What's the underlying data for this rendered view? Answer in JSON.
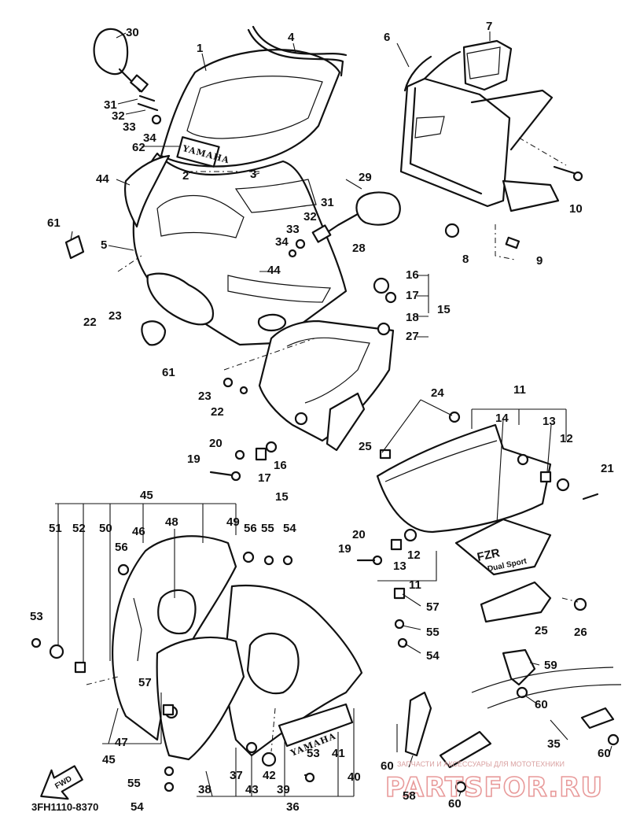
{
  "diagram": {
    "part_number_code": "3FH1110-8370",
    "fwd_label": "FWD",
    "callouts": [
      "1",
      "2",
      "3",
      "4",
      "5",
      "6",
      "7",
      "8",
      "9",
      "10",
      "11",
      "12",
      "13",
      "14",
      "15",
      "16",
      "17",
      "18",
      "19",
      "20",
      "21",
      "22",
      "23",
      "24",
      "25",
      "26",
      "27",
      "28",
      "29",
      "30",
      "31",
      "32",
      "33",
      "34",
      "35",
      "36",
      "37",
      "38",
      "39",
      "40",
      "41",
      "42",
      "43",
      "44",
      "45",
      "46",
      "47",
      "48",
      "49",
      "50",
      "51",
      "52",
      "53",
      "54",
      "55",
      "56",
      "57",
      "58",
      "59",
      "60",
      "61",
      "62"
    ],
    "decals": {
      "yamaha_upper": "YAMAHA",
      "yamaha_lower": "YAMAHA",
      "fzr": "FZR",
      "fzr_sub": "Dual Sport"
    }
  },
  "watermark": {
    "tagline": "ЗАПЧАСТИ И АКСЕССУАРЫ ДЛЯ МОТОТЕХНИКИ",
    "site": "PARTSFOR.RU"
  }
}
